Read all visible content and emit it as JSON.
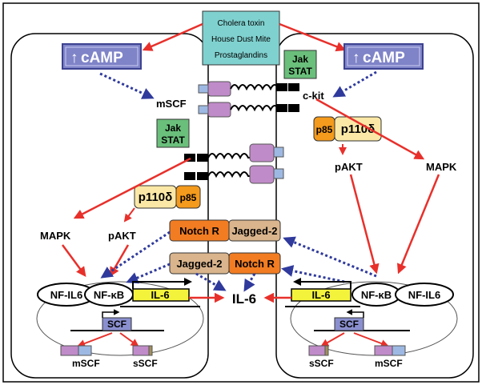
{
  "stimuli": [
    "Cholera toxin",
    "House Dust Mite",
    "Prostaglandins"
  ],
  "camp": {
    "arrow": "↑",
    "label": "cAMP"
  },
  "kinase": {
    "jak": "Jak",
    "stat": "STAT"
  },
  "receptors": {
    "mscf": "mSCF",
    "ckit": "c-kit"
  },
  "pi3k": {
    "p85": "p85",
    "p110": "p110δ"
  },
  "pathways": {
    "pakt": "pAKT",
    "mapk": "MAPK"
  },
  "notch": {
    "notch_r": "Notch R",
    "jagged": "Jagged-2"
  },
  "nucleus": {
    "nfil6": "NF-IL6",
    "nfkb": "NF-κB",
    "il6_gene": "IL-6",
    "scf_gene": "SCF"
  },
  "products": {
    "il6": "IL-6",
    "mscf": "mSCF",
    "sscf": "sSCF"
  },
  "colors": {
    "stimulus_box": "#7fd1cf",
    "camp_box": "#7f84c8",
    "jak_box": "#6abf7b",
    "p85_box": "#f49a1c",
    "p110_box": "#fbe8a6",
    "notch_box": "#f27c22",
    "jagged_box": "#d9b48c",
    "il6_gene": "#f4f33c",
    "scf_gene": "#8a8fcf",
    "red_arrow": "#e8302b",
    "blue_dotted": "#2f3a9c",
    "receptor_purple": "#c08bc9",
    "receptor_blue": "#9db9e3"
  }
}
